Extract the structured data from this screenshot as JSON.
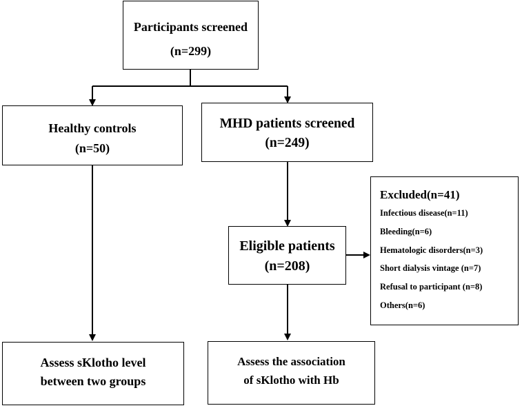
{
  "screened": {
    "title": "Participants screened",
    "count": "(n=299)"
  },
  "healthy": {
    "title": "Healthy controls",
    "count": "(n=50)"
  },
  "mhd": {
    "title": "MHD patients screened",
    "count": "(n=249)"
  },
  "eligible": {
    "title": "Eligible patients",
    "count": "(n=208)"
  },
  "excluded": {
    "title": "Excluded(n=41)",
    "items": [
      "Infectious disease(n=11)",
      "Bleeding(n=6)",
      "Hematologic disorders(n=3)",
      "Short dialysis vintage (n=7)",
      "Refusal to participant (n=8)",
      "Others(n=6)"
    ]
  },
  "assess_level": {
    "line1": "Assess sKlotho level",
    "line2": "between two groups"
  },
  "assess_assoc": {
    "line1": "Assess the association",
    "line2": "of sKlotho with Hb"
  }
}
